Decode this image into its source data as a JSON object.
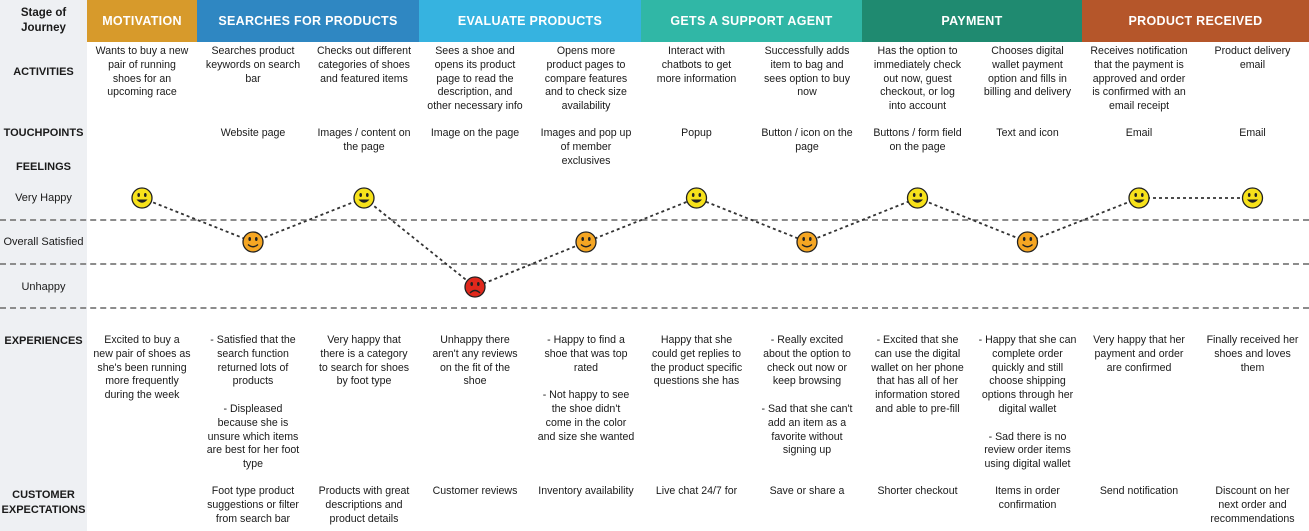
{
  "header_label": "Stage of\nJourney",
  "row_labels": {
    "activities": "ACTIVITIES",
    "touchpoints": "TOUCHPOINTS",
    "feelings": "FEELINGS",
    "very_happy": "Very Happy",
    "overall_satisfied": "Overall Satisfied",
    "unhappy": "Unhappy",
    "experiences": "EXPERIENCES",
    "customer_expectations": "CUSTOMER\nEXPECTATIONS"
  },
  "stages": [
    {
      "label": "MOTIVATION",
      "color": "#d79a2b"
    },
    {
      "label": "SEARCHES FOR PRODUCTS",
      "color": "#2f87c2"
    },
    {
      "label": "EVALUATE PRODUCTS",
      "color": "#36b3e0"
    },
    {
      "label": "GETS A SUPPORT AGENT",
      "color": "#30b7a6"
    },
    {
      "label": "PAYMENT",
      "color": "#1f8a70"
    },
    {
      "label": "PRODUCT RECEIVED",
      "color": "#b5562a"
    }
  ],
  "steps": [
    {
      "activity": "Wants to buy a new\npair of running\nshoes for an\nupcoming race",
      "touchpoint": "",
      "feeling": "very_happy",
      "experience": "Excited to buy a\nnew pair of shoes as\nshe's been running\nmore frequently\nduring the week",
      "expectation": ""
    },
    {
      "activity": "Searches product\nkeywords on search\nbar",
      "touchpoint": "Website page",
      "feeling": "overall_satisfied",
      "experience": "- Satisfied that the\nsearch function\nreturned lots of\nproducts\n\n- Displeased\nbecause she is\nunsure which items\nare best for her foot\ntype",
      "expectation": "Foot type product\nsuggestions or filter\nfrom search bar"
    },
    {
      "activity": "Checks out different\ncategories of shoes\nand featured items",
      "touchpoint": "Images / content on\nthe page",
      "feeling": "very_happy",
      "experience": "Very happy that\nthere is a category\nto search for shoes\nby foot type",
      "expectation": "Products with great\ndescriptions and\nproduct details"
    },
    {
      "activity": "Sees a shoe and\nopens its product\npage to read the\ndescription, and\nother necessary info",
      "touchpoint": "Image on the page",
      "feeling": "unhappy",
      "experience": "Unhappy there\naren't any reviews\non the fit of the\nshoe",
      "expectation": "Customer reviews"
    },
    {
      "activity": "Opens more\nproduct pages to\ncompare features\nand to check size\navailability",
      "touchpoint": "Images and pop up\nof member\nexclusives",
      "feeling": "overall_satisfied",
      "experience": "- Happy to find a\nshoe that was top\nrated\n\n- Not happy to see\nthe shoe didn't\ncome in the color\nand size she wanted",
      "expectation": "Inventory availability"
    },
    {
      "activity": "Interact with\nchatbots to get\nmore information",
      "touchpoint": "Popup",
      "feeling": "very_happy",
      "experience": "Happy that she\ncould get replies to\nthe product specific\nquestions she has",
      "expectation": "Live chat 24/7 for"
    },
    {
      "activity": "Successfully adds\nitem to bag and\nsees option to buy\nnow",
      "touchpoint": "Button / icon on the\npage",
      "feeling": "overall_satisfied",
      "experience": "- Really excited\nabout the option to\ncheck out now or\nkeep browsing\n\n- Sad that she can't\nadd an item as a\nfavorite without\nsigning up",
      "expectation": "Save or share a"
    },
    {
      "activity": "Has the option to\nimmediately check\nout now, guest\ncheckout, or log\ninto account",
      "touchpoint": "Buttons / form field\non the page",
      "feeling": "very_happy",
      "experience": "- Excited that she\ncan use the digital\nwallet on her phone\nthat has all of her\ninformation stored\nand able to pre-fill",
      "expectation": "Shorter checkout"
    },
    {
      "activity": "Chooses digital\nwallet payment\noption and fills in\nbilling and delivery",
      "touchpoint": "Text and icon",
      "feeling": "overall_satisfied",
      "experience": "- Happy that she can\ncomplete order\nquickly and still\nchoose shipping\noptions through her\ndigital wallet\n\n- Sad there is no\nreview order items\nusing digital wallet",
      "expectation": "Items in order\nconfirmation"
    },
    {
      "activity": "Receives notification\nthat the payment is\napproved and order\nis confirmed with an\nemail receipt",
      "touchpoint": "Email",
      "feeling": "very_happy",
      "experience": "Very happy that her\npayment and order\nare confirmed",
      "expectation": "Send notification"
    },
    {
      "activity": "Product delivery\nemail",
      "touchpoint": "Email",
      "feeling": "very_happy",
      "experience": "Finally received her\nshoes and loves\nthem",
      "expectation": "Discount on her\nnext order and\nrecommendations"
    }
  ],
  "colors": {
    "happy_face": "#f7e21b",
    "satisfied_face": "#f5a623",
    "unhappy_face": "#e0281c",
    "line": "#333333"
  }
}
